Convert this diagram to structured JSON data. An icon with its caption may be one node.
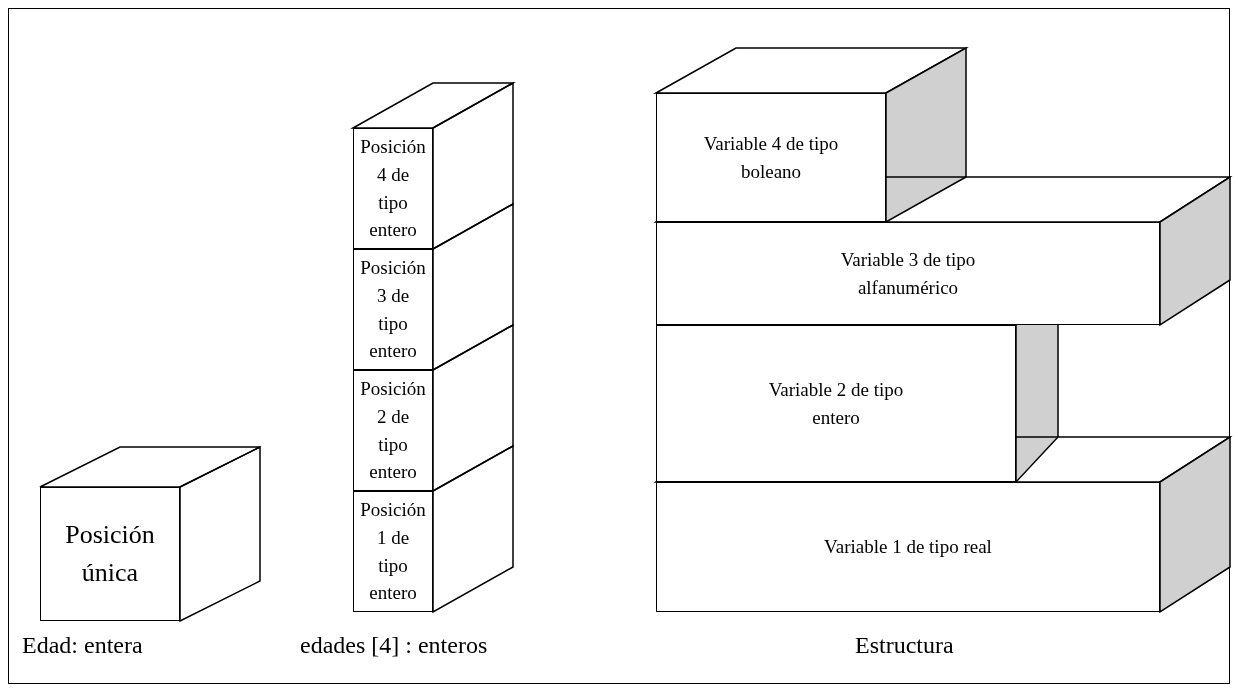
{
  "diagram": {
    "nodes": [
      {
        "text": [
          "Posición única"
        ]
      },
      {
        "text": [
          "Posición 4 de tipo entero"
        ]
      },
      {
        "text": [
          "Posición 3 de tipo entero"
        ]
      },
      {
        "text": [
          "Posición 2 de tipo entero"
        ]
      },
      {
        "text": [
          "Posición 1 de tipo entero"
        ]
      },
      {
        "text": [
          "Variable 4 de tipo boleano"
        ]
      },
      {
        "text": [
          "Variable 3 de tipo alfanumérico"
        ]
      },
      {
        "text": [
          "Variable 2 de tipo entero"
        ]
      },
      {
        "text": [
          "Variable 1 de tipo real"
        ]
      }
    ],
    "labels": [
      "Edad: entera",
      "edades [4] : enteros",
      "Estructura"
    ]
  }
}
